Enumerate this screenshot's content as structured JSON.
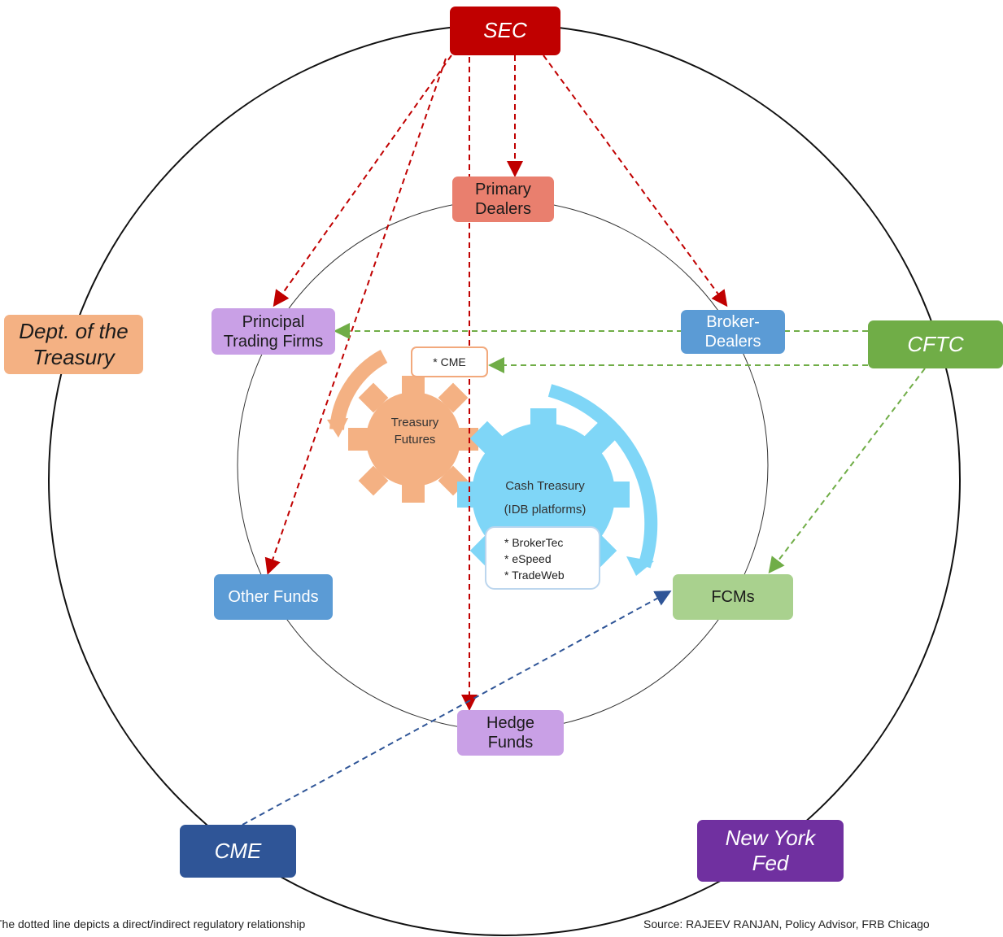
{
  "regulators": {
    "sec": {
      "label": "SEC",
      "color": "#c00000"
    },
    "treasury": {
      "label": "Dept. of the\nTreasury",
      "color": "#f4b183"
    },
    "cftc": {
      "label": "CFTC",
      "color": "#70ad47"
    },
    "cme": {
      "label": "CME",
      "color": "#2f5597"
    },
    "nyfed": {
      "label": "New York\nFed",
      "color": "#7030a0"
    }
  },
  "participants": {
    "primary_dealers": {
      "label": "Primary\nDealers",
      "color": "#e97f6e"
    },
    "principal_trading_firms": {
      "label": "Principal\nTrading Firms",
      "color": "#c9a0e6"
    },
    "broker_dealers": {
      "label": "Broker-\nDealers",
      "color": "#5b9bd5"
    },
    "other_funds": {
      "label": "Other Funds",
      "color": "#5b9bd5"
    },
    "fcms": {
      "label": "FCMs",
      "color": "#a9d18e"
    },
    "hedge_funds": {
      "label": "Hedge\nFunds",
      "color": "#c9a0e6"
    }
  },
  "markets": {
    "treasury_futures": {
      "label": "Treasury\nFutures",
      "color": "#f4b183",
      "venue": "* CME"
    },
    "cash_treasury": {
      "label": "Cash Treasury\n(IDB platforms)",
      "color": "#7fd6f7",
      "platforms": [
        "* BrokerTec",
        "* eSpeed",
        "* TradeWeb"
      ]
    }
  },
  "edge_colors": {
    "sec": "#c00000",
    "cftc": "#70ad47",
    "cme": "#2f5597"
  },
  "footer": {
    "note": "The dotted line depicts a direct/indirect regulatory relationship",
    "source": "Source: RAJEEV RANJAN, Policy Advisor, FRB Chicago"
  }
}
